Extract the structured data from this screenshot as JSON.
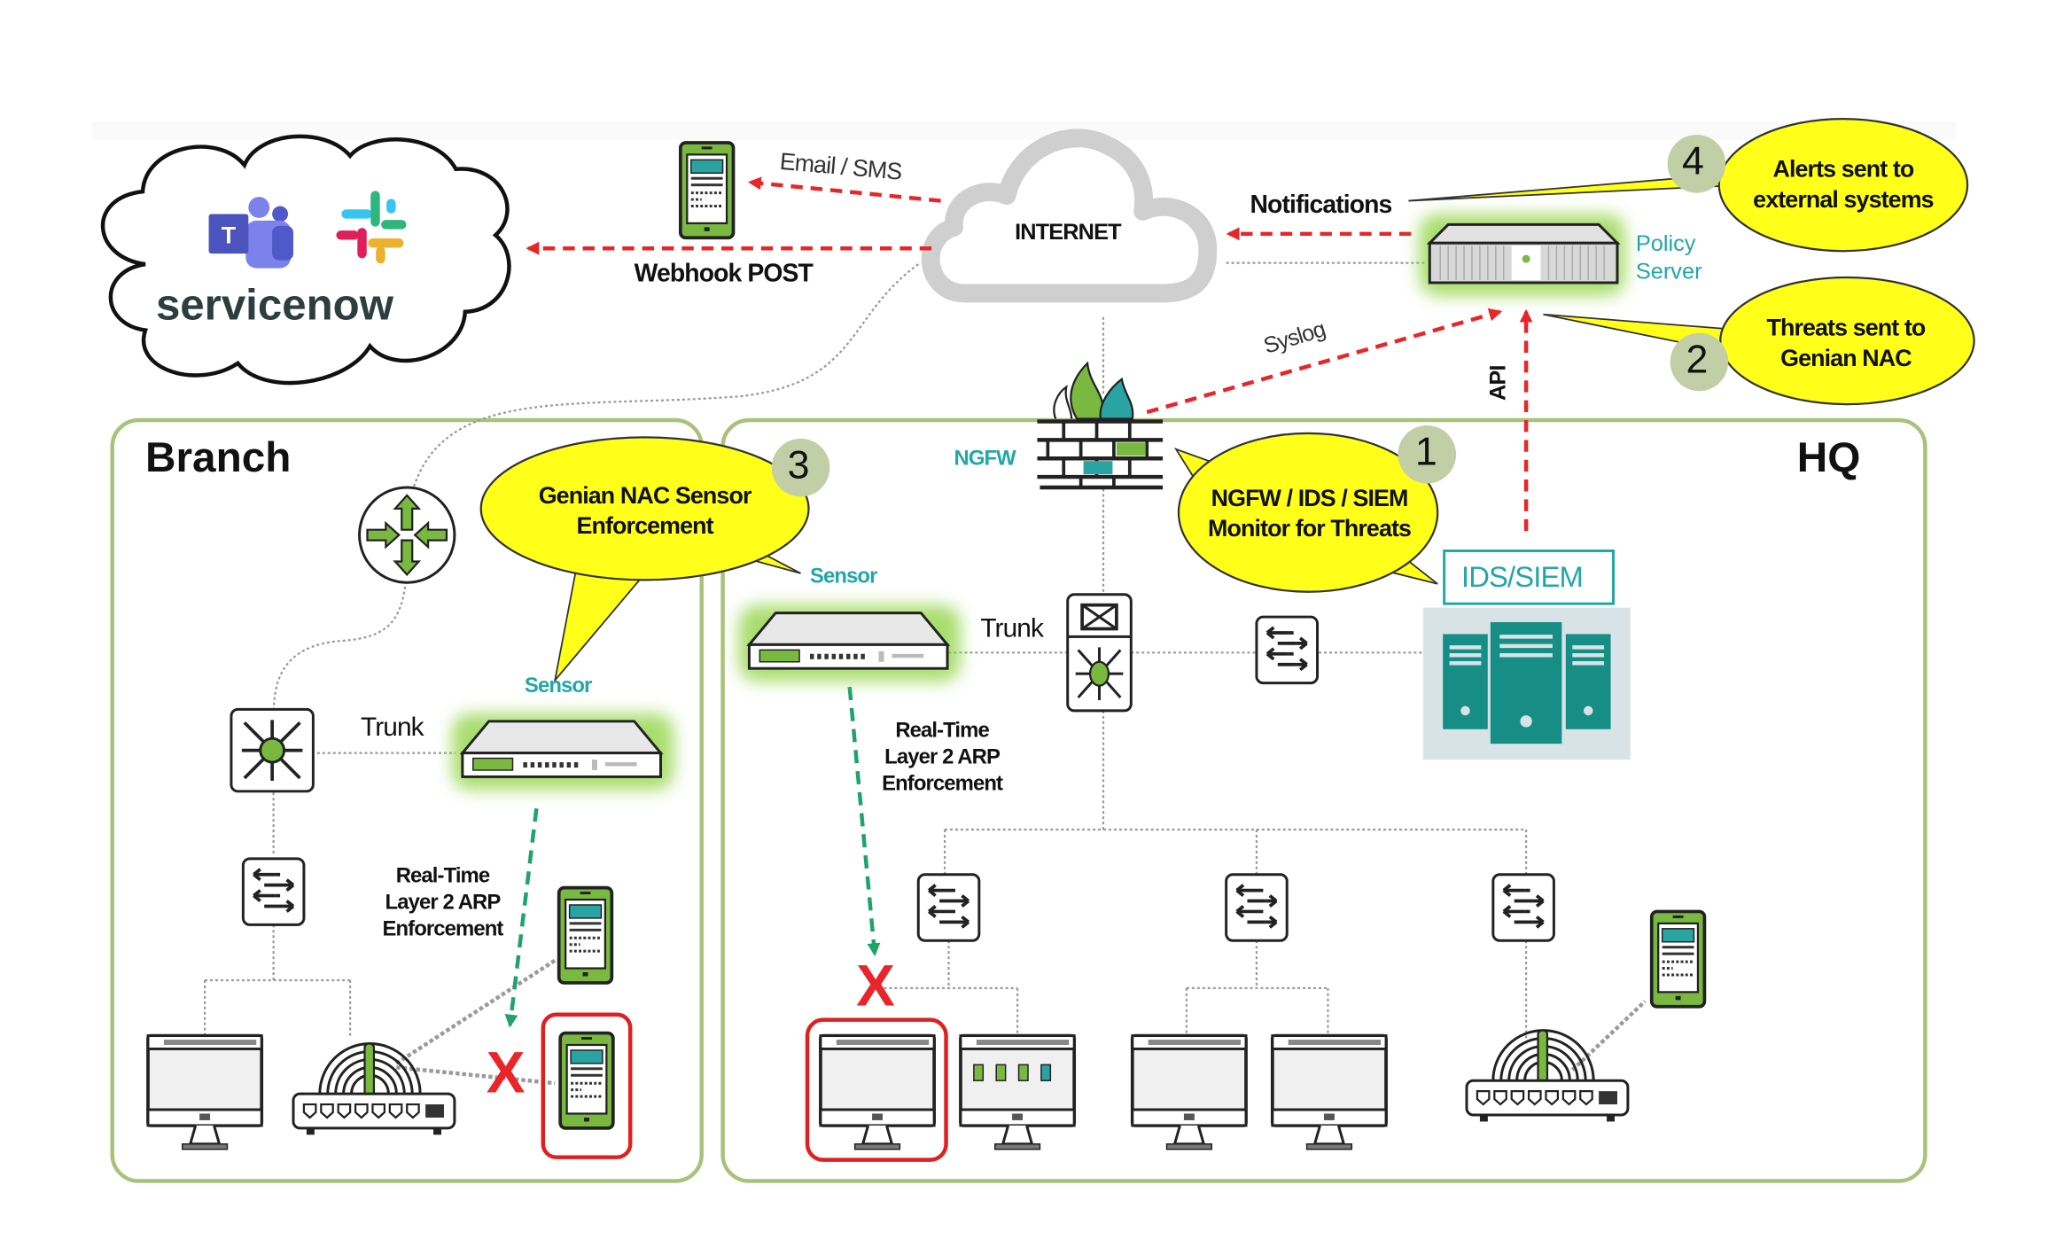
{
  "groups": {
    "branch": {
      "title": "Branch"
    },
    "hq": {
      "title": "HQ"
    }
  },
  "external": {
    "cloud_apps": [
      "Microsoft Teams",
      "Slack"
    ],
    "servicenow_label": "servicenow"
  },
  "internet": {
    "label": "INTERNET"
  },
  "links": {
    "email_sms": "Email / SMS",
    "webhook": "Webhook POST",
    "notifications": "Notifications",
    "syslog": "Syslog",
    "api": "API",
    "trunk_branch": "Trunk",
    "trunk_hq": "Trunk",
    "enforcement_branch": [
      "Real-Time",
      "Layer 2 ARP",
      "Enforcement"
    ],
    "enforcement_hq": [
      "Real-Time",
      "Layer 2 ARP",
      "Enforcement"
    ]
  },
  "devices": {
    "policy_server": [
      "Policy",
      "Server"
    ],
    "ngfw": "NGFW",
    "ids_siem": "IDS/SIEM",
    "sensor_branch": "Sensor",
    "sensor_hq": "Sensor"
  },
  "callouts": [
    {
      "number": "1",
      "lines": [
        "NGFW / IDS / SIEM",
        "Monitor for Threats"
      ]
    },
    {
      "number": "2",
      "lines": [
        "Threats sent to",
        "Genian NAC"
      ]
    },
    {
      "number": "3",
      "lines": [
        "Genian NAC Sensor",
        "Enforcement"
      ]
    },
    {
      "number": "4",
      "lines": [
        "Alerts sent to",
        "external systems"
      ]
    }
  ],
  "blocked_marker": "X",
  "colors": {
    "alert_red": "#e8262a",
    "enforce_green": "#1fa36b",
    "group_border": "#a9c27a",
    "callout_yellow": "#ffff1a",
    "badge_gray": "#c2cfa6",
    "teal": "#22a7a7",
    "device_green": "#7ab940"
  }
}
